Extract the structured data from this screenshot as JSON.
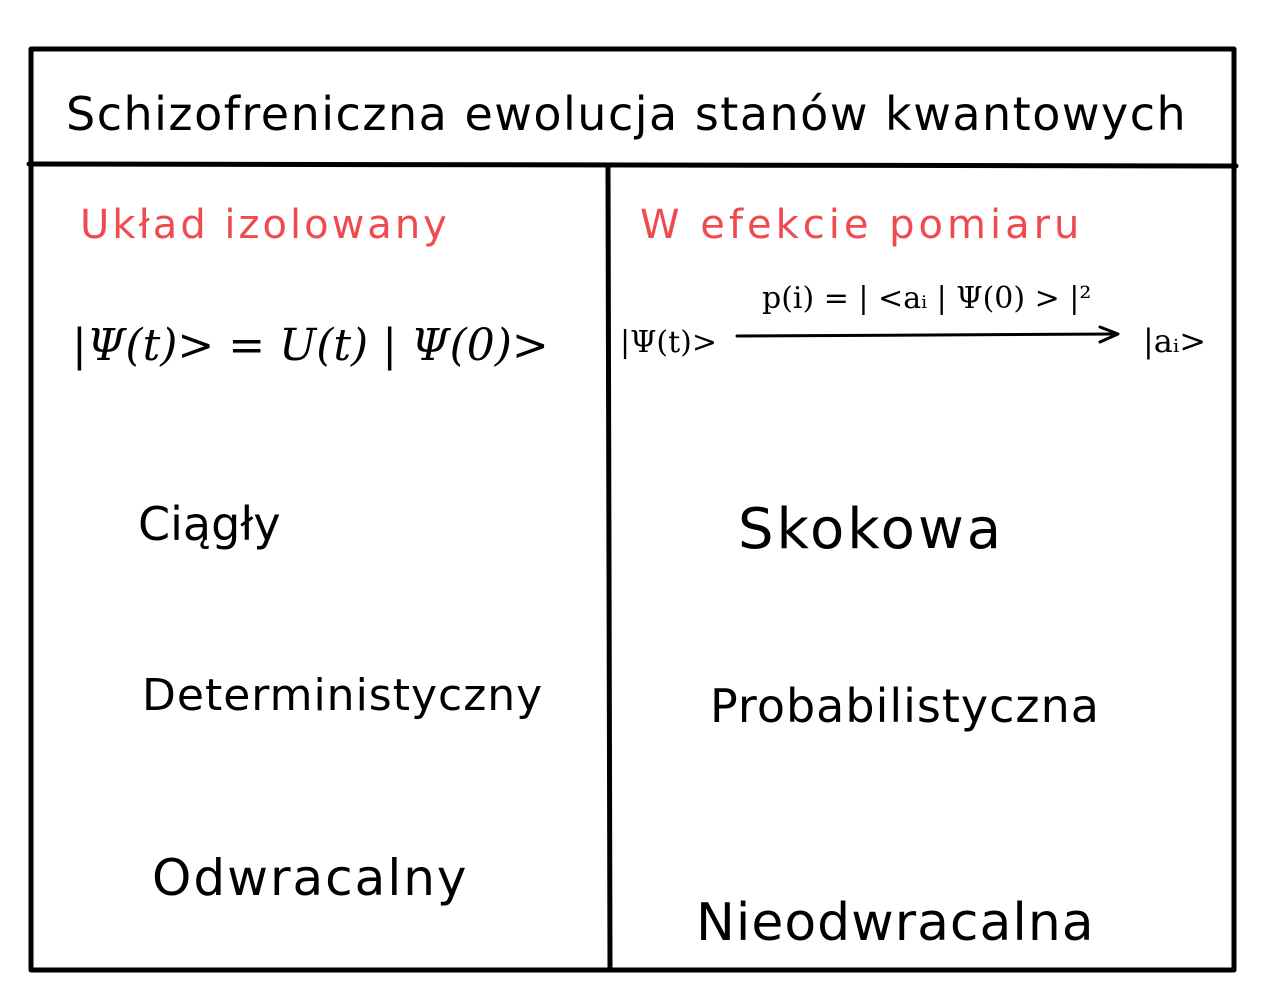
{
  "title": "Schizofreniczna ewolucja stanów kwantowych",
  "colors": {
    "ink": "#000000",
    "heading": "#ef4b4f",
    "background": "#ffffff"
  },
  "left": {
    "heading": "Układ izolowany",
    "formula": "|Ψ(t)> = U(t) | Ψ(0)>",
    "properties": [
      "Ciągły",
      "Deterministyczny",
      "Odwracalny"
    ]
  },
  "right": {
    "heading": "W efekcie pomiaru",
    "initial_state": "|Ψ(t)>",
    "probability": "p(i) = | <aᵢ | Ψ(0) > |²",
    "final_state": "|aᵢ>",
    "properties": [
      "Skokowa",
      "Probabilistyczna",
      "Nieodwracalna"
    ]
  }
}
